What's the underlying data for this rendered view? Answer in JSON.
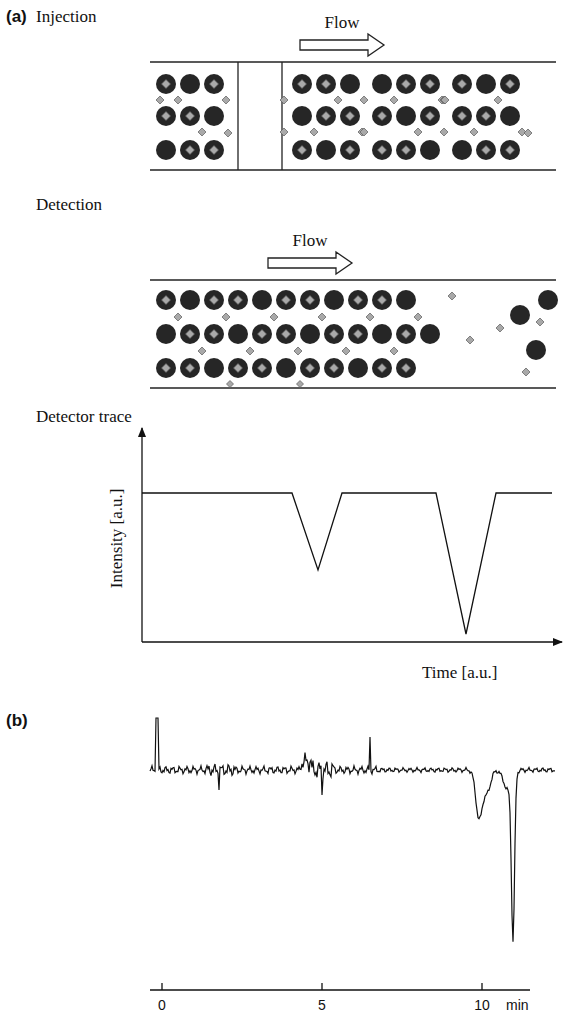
{
  "diagram": {
    "labels": [
      "(a)",
      "Injection",
      "Flow",
      "Detection",
      "Flow",
      "Detector trace",
      "Intensity [a.u.]",
      "Time [a.u.]",
      "(b)",
      "0",
      "5",
      "10",
      "min"
    ]
  }
}
